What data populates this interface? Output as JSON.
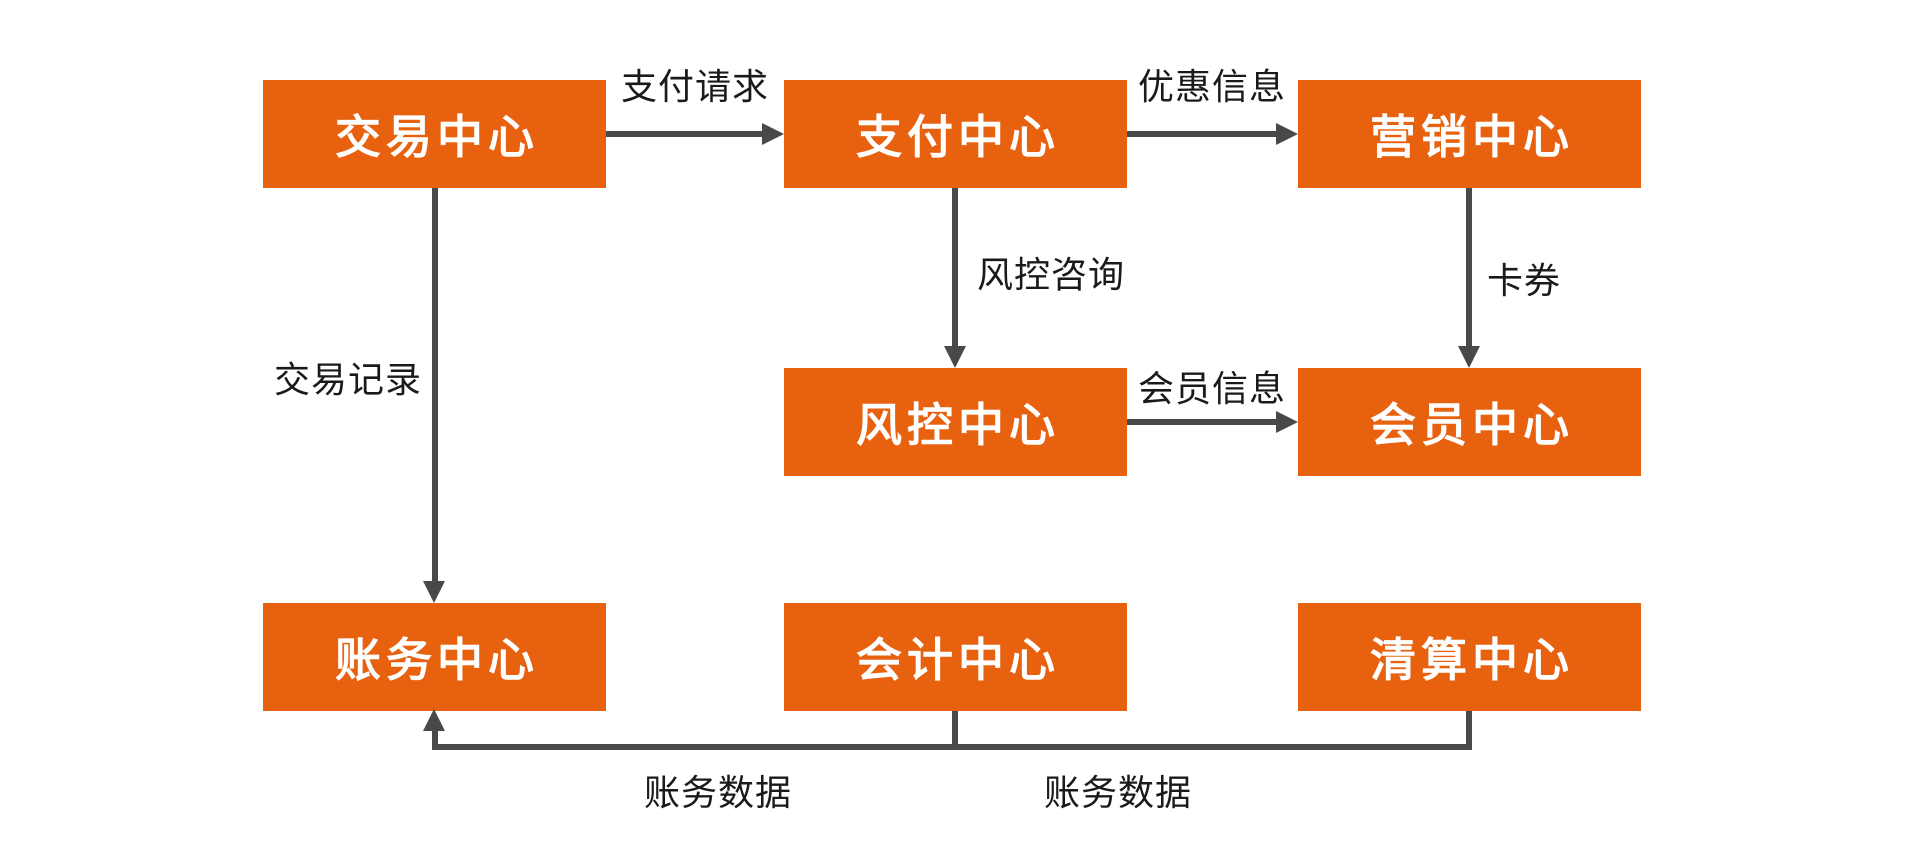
{
  "diagram": {
    "title": "payment-architecture-flow",
    "colors": {
      "node_fill": "#E7610F",
      "node_text": "#FFFFFF",
      "connector": "#494949",
      "edge_label_text": "#1A1A1A",
      "background": "#FFFFFF"
    },
    "nodes": [
      {
        "id": "trade",
        "label": "交易中心"
      },
      {
        "id": "payment",
        "label": "支付中心"
      },
      {
        "id": "marketing",
        "label": "营销中心"
      },
      {
        "id": "risk",
        "label": "风控中心"
      },
      {
        "id": "member",
        "label": "会员中心"
      },
      {
        "id": "account",
        "label": "账务中心"
      },
      {
        "id": "accounting",
        "label": "会计中心"
      },
      {
        "id": "clearing",
        "label": "清算中心"
      }
    ],
    "edges": [
      {
        "from": "trade",
        "to": "payment",
        "label": "支付请求"
      },
      {
        "from": "payment",
        "to": "marketing",
        "label": "优惠信息"
      },
      {
        "from": "payment",
        "to": "risk",
        "label": "风控咨询"
      },
      {
        "from": "marketing",
        "to": "member",
        "label": "卡券"
      },
      {
        "from": "risk",
        "to": "member",
        "label": "会员信息"
      },
      {
        "from": "trade",
        "to": "account",
        "label": "交易记录"
      },
      {
        "from": "accounting",
        "to": "account",
        "label": "账务数据"
      },
      {
        "from": "clearing",
        "to": "account",
        "label": "账务数据"
      }
    ]
  }
}
